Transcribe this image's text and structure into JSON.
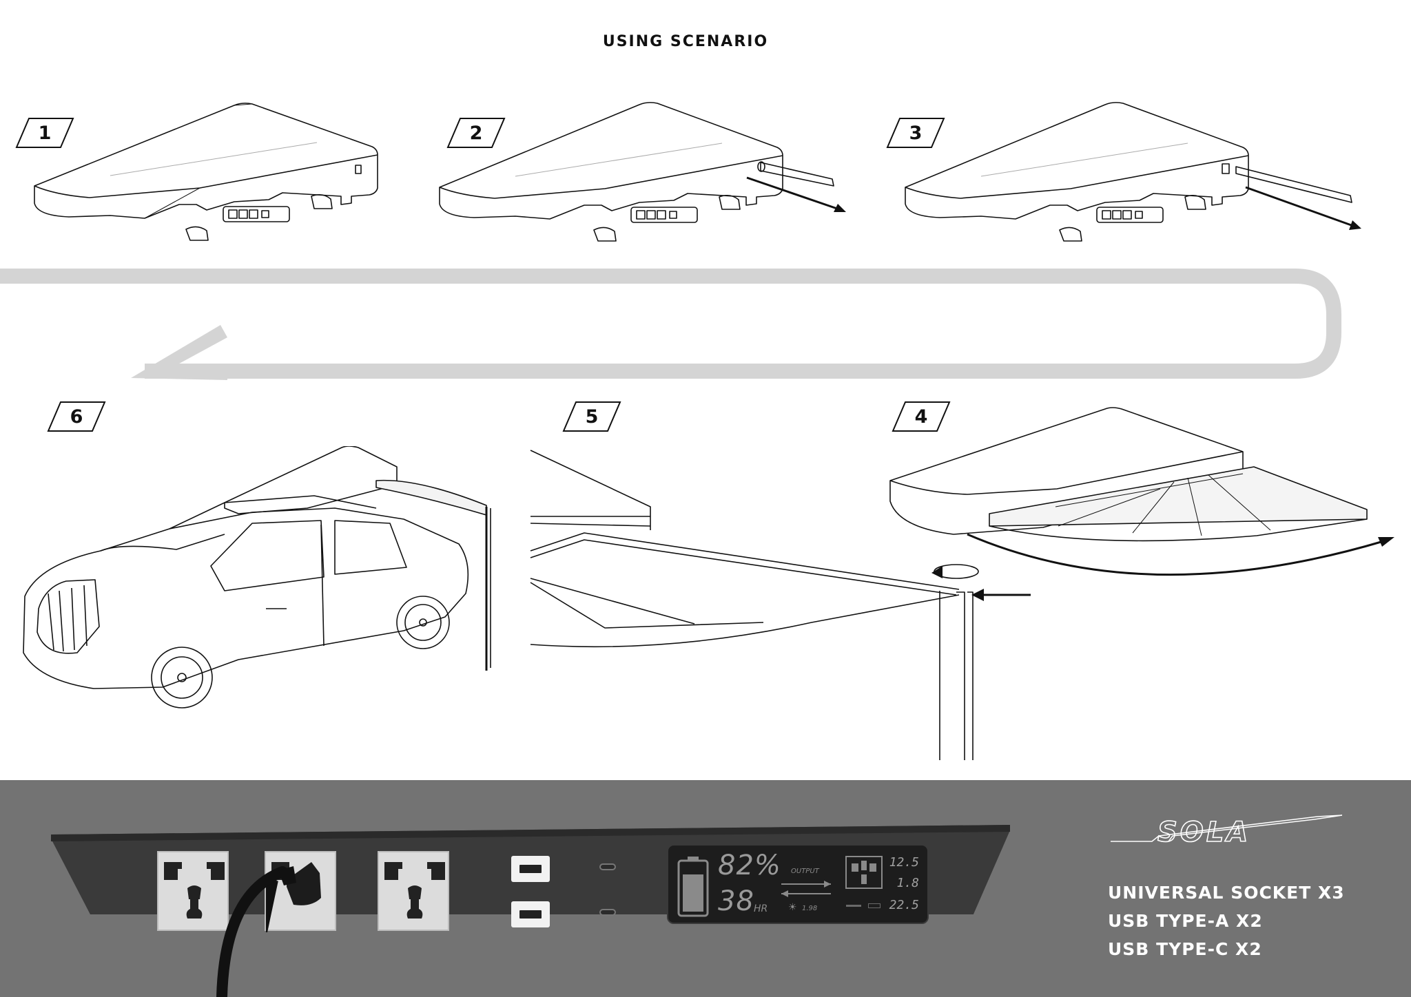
{
  "title": "USING SCENARIO",
  "steps": [
    {
      "number": "1"
    },
    {
      "number": "2"
    },
    {
      "number": "3"
    },
    {
      "number": "4"
    },
    {
      "number": "5"
    },
    {
      "number": "6"
    }
  ],
  "flow_arrow_color": "#d4d4d4",
  "panel": {
    "display": {
      "battery_percent": "82%",
      "runtime_value": "38",
      "runtime_unit": "HR",
      "output_label": "OUTPUT",
      "solar_value": "1.98",
      "readouts": [
        "12.5",
        "1.8",
        "22.5"
      ]
    },
    "universal_sockets": 3,
    "usb_a_ports": 2,
    "usb_c_ports": 2
  },
  "brand": {
    "logo_text": "SOLA"
  },
  "specs": [
    "UNIVERSAL SOCKET X3",
    "USB TYPE-A X2",
    "USB TYPE-C X2"
  ],
  "colors": {
    "band": "#737373",
    "panel": "#3a3a3a",
    "line": "#111111"
  }
}
